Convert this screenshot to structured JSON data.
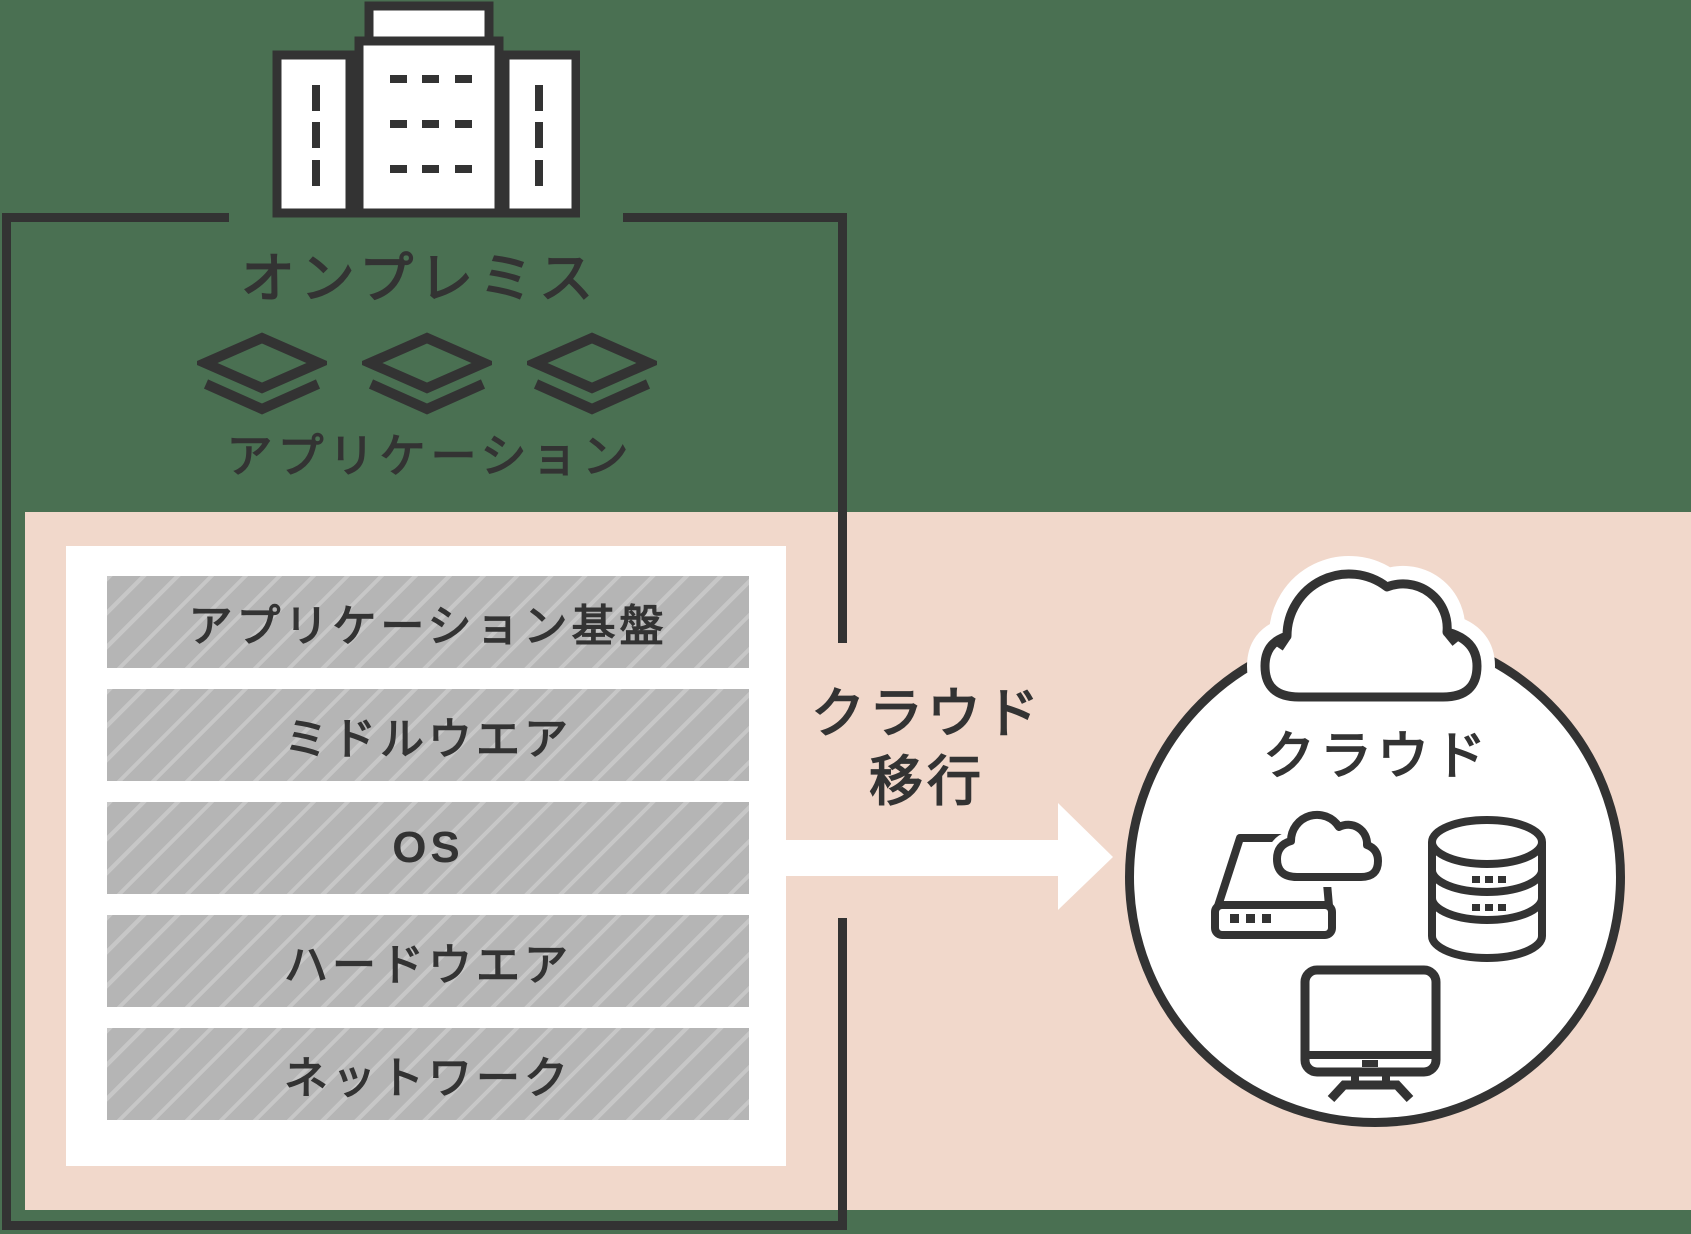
{
  "colors": {
    "background_green": "#4a7052",
    "panel_pink": "#f1d8cb",
    "ink": "#333333",
    "bar_gray": "#b5b5b5",
    "bar_stripe": "#c7c7c7",
    "white": "#ffffff"
  },
  "on_premises": {
    "title": "オンプレミス",
    "application_caption": "アプリケーション",
    "stack_layers": [
      "アプリケーション基盤",
      "ミドルウエア",
      "OS",
      "ハードウエア",
      "ネットワーク"
    ]
  },
  "migration": {
    "line1": "クラウド",
    "line2": "移行"
  },
  "cloud": {
    "title": "クラウド"
  },
  "icons": {
    "building": "building-icon",
    "application_layers": "layers-icon",
    "big_cloud": "cloud-icon",
    "storage_cloud": "storage-cloud-icon",
    "database": "database-icon",
    "monitor": "monitor-icon",
    "arrow": "arrow-right-icon"
  }
}
